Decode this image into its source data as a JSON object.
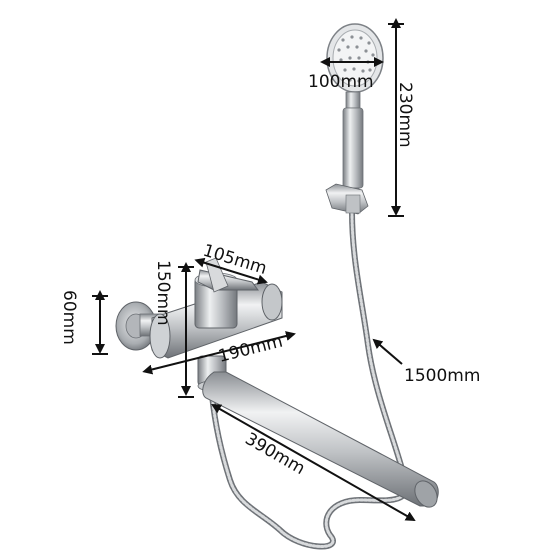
{
  "dimensions": {
    "shower_head_width": "100mm",
    "hand_shower_height": "230mm",
    "lever_length": "105mm",
    "body_height": "150mm",
    "flange_height": "60mm",
    "body_width": "190mm",
    "hose_length": "1500mm",
    "spout_length": "390mm"
  },
  "colors": {
    "metal_light": "#e6e7e9",
    "metal_mid": "#b7babd",
    "metal_dark": "#7d8186",
    "dimension_line": "#111111"
  }
}
